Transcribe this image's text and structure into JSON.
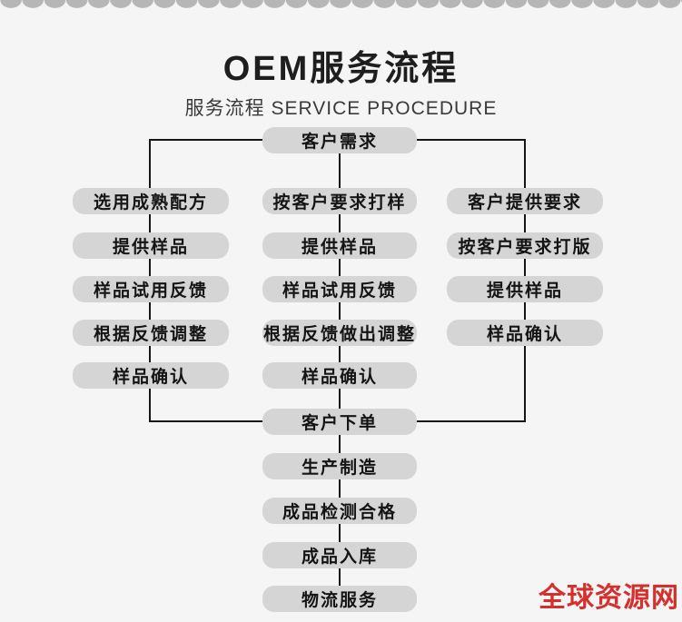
{
  "page": {
    "title": "OEM服务流程",
    "subtitle": "服务流程 SERVICE PROCEDURE",
    "watermark": "全球资源网"
  },
  "colors": {
    "background": "#f5f5f5",
    "box_fill": "#d5d5d5",
    "box_text": "#141414",
    "connector_line": "#161616",
    "scallop_edge": "#b6b6b6",
    "watermark_red": "#d3312e"
  },
  "flowchart": {
    "start": "客户需求",
    "columns": [
      {
        "name": "mature-formula-path",
        "steps": [
          "选用成熟配方",
          "提供样品",
          "样品试用反馈",
          "根据反馈调整",
          "样品确认"
        ]
      },
      {
        "name": "sampling-per-request-path",
        "steps": [
          "按客户要求打样",
          "提供样品",
          "样品试用反馈",
          "根据反馈做出调整",
          "样品确认"
        ]
      },
      {
        "name": "customer-requirement-path",
        "steps": [
          "客户提供要求",
          "按客户要求打版",
          "提供样品",
          "样品确认"
        ]
      }
    ],
    "tail": [
      "客户下单",
      "生产制造",
      "成品检测合格",
      "成品入库",
      "物流服务"
    ]
  }
}
